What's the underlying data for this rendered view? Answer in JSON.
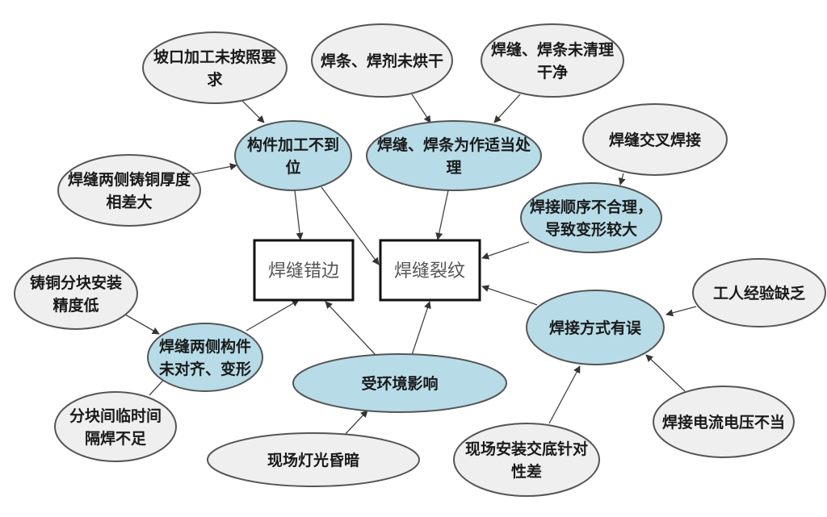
{
  "colors": {
    "cause_fill": "#efefef",
    "category_fill": "#b7dce8",
    "stroke": "#555555",
    "box_stroke": "#111111",
    "arrow": "#444444"
  },
  "problems": [
    {
      "id": "misalign",
      "label": "焊缝错边"
    },
    {
      "id": "crack",
      "label": "焊缝裂纹"
    }
  ],
  "nodes": [
    {
      "id": "groove",
      "type": "cause",
      "lines": [
        "坡口加工未按照要",
        "求"
      ]
    },
    {
      "id": "rod_dry",
      "type": "cause",
      "lines": [
        "焊条、焊剂未烘干"
      ]
    },
    {
      "id": "rod_clean",
      "type": "cause",
      "lines": [
        "焊缝、焊条未清理",
        "干净"
      ]
    },
    {
      "id": "part_proc",
      "type": "category",
      "lines": [
        "构件加工不到",
        "位"
      ]
    },
    {
      "id": "rod_treat",
      "type": "category",
      "lines": [
        "焊缝、焊条为作适当处",
        "理"
      ]
    },
    {
      "id": "cross",
      "type": "cause",
      "lines": [
        "焊缝交叉焊接"
      ]
    },
    {
      "id": "thick",
      "type": "cause",
      "lines": [
        "焊缝两侧铸铜厚度",
        "相差大"
      ]
    },
    {
      "id": "order",
      "type": "category",
      "lines": [
        "焊接顺序不合理，",
        "导致变形较大"
      ]
    },
    {
      "id": "precision",
      "type": "cause",
      "lines": [
        "铸铜分块安装",
        "精度低"
      ]
    },
    {
      "id": "exp",
      "type": "cause",
      "lines": [
        "工人经验缺乏"
      ]
    },
    {
      "id": "method",
      "type": "category",
      "lines": [
        "焊接方式有误"
      ]
    },
    {
      "id": "align",
      "type": "category",
      "lines": [
        "焊缝两侧构件",
        "未对齐、变形"
      ]
    },
    {
      "id": "env",
      "type": "category",
      "lines": [
        "受环境影响"
      ]
    },
    {
      "id": "tack",
      "type": "cause",
      "lines": [
        "分块间临时间",
        "隔焊不足"
      ]
    },
    {
      "id": "current",
      "type": "cause",
      "lines": [
        "焊接电流电压不当"
      ]
    },
    {
      "id": "light",
      "type": "cause",
      "lines": [
        "现场灯光昏暗"
      ]
    },
    {
      "id": "brief",
      "type": "cause",
      "lines": [
        "现场安装交底针对",
        "性差"
      ]
    }
  ],
  "edges": [
    [
      "groove",
      "part_proc"
    ],
    [
      "thick",
      "part_proc"
    ],
    [
      "rod_dry",
      "rod_treat"
    ],
    [
      "rod_clean",
      "rod_treat"
    ],
    [
      "cross",
      "order"
    ],
    [
      "part_proc",
      "misalign"
    ],
    [
      "part_proc",
      "crack"
    ],
    [
      "rod_treat",
      "crack"
    ],
    [
      "order",
      "crack"
    ],
    [
      "exp",
      "method"
    ],
    [
      "method",
      "crack"
    ],
    [
      "precision",
      "align"
    ],
    [
      "tack",
      "align"
    ],
    [
      "align",
      "misalign"
    ],
    [
      "env",
      "misalign"
    ],
    [
      "env",
      "crack"
    ],
    [
      "light",
      "env"
    ],
    [
      "brief",
      "method"
    ],
    [
      "current",
      "method"
    ]
  ]
}
